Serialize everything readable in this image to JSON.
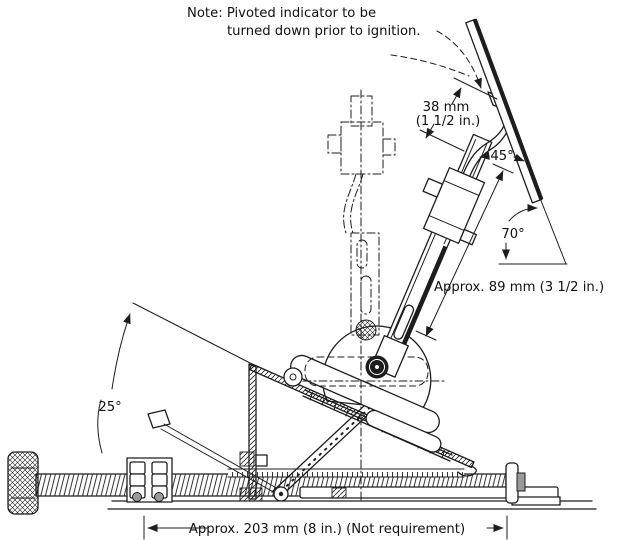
{
  "figure": {
    "background": "#ffffff",
    "ink_color": "#1d1d1d",
    "note": {
      "line1": "Note: Pivoted indicator to be",
      "line2": "turned down prior to ignition."
    },
    "dimensions": {
      "indicator_offset_mm": "38 mm",
      "indicator_offset_in": "(1 1/2 in.)",
      "indicator_to_arm_angle": "45°",
      "indicator_to_horizontal_angle": "70°",
      "holder_length": "Approx. 89 mm (3 1/2 in.)",
      "platform_incline_angle": "25°",
      "base_length": "Approx. 203 mm (8 in.) (Not requirement)"
    }
  }
}
